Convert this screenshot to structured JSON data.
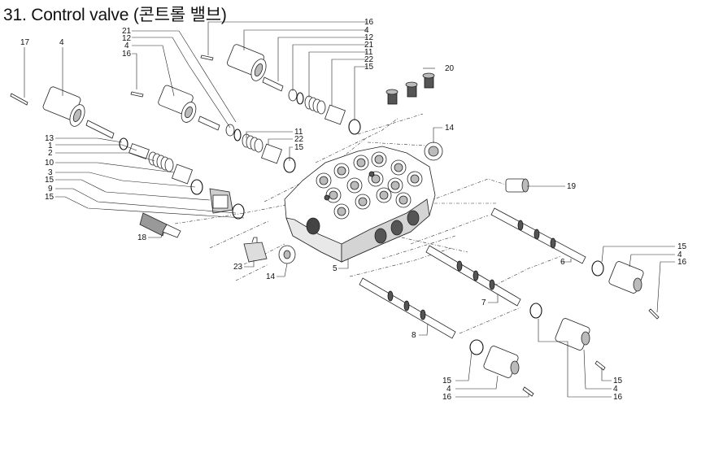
{
  "title": "31. Control valve (콘트롤 밸브)",
  "callouts": [
    {
      "id": "c-17",
      "text": "17"
    },
    {
      "id": "c-4a",
      "text": "4"
    },
    {
      "id": "c-21a",
      "text": "21"
    },
    {
      "id": "c-12a",
      "text": "12"
    },
    {
      "id": "c-4b",
      "text": "4"
    },
    {
      "id": "c-16a",
      "text": "16"
    },
    {
      "id": "c-16b",
      "text": "16"
    },
    {
      "id": "c-4c",
      "text": "4"
    },
    {
      "id": "c-12b",
      "text": "12"
    },
    {
      "id": "c-21b",
      "text": "21"
    },
    {
      "id": "c-11a",
      "text": "11"
    },
    {
      "id": "c-22a",
      "text": "22"
    },
    {
      "id": "c-15a",
      "text": "15"
    },
    {
      "id": "c-20",
      "text": "20"
    },
    {
      "id": "c-13",
      "text": "13"
    },
    {
      "id": "c-1",
      "text": "1"
    },
    {
      "id": "c-2",
      "text": "2"
    },
    {
      "id": "c-10",
      "text": "10"
    },
    {
      "id": "c-3",
      "text": "3"
    },
    {
      "id": "c-15b",
      "text": "15"
    },
    {
      "id": "c-9",
      "text": "9"
    },
    {
      "id": "c-15c",
      "text": "15"
    },
    {
      "id": "c-11b",
      "text": "11"
    },
    {
      "id": "c-22b",
      "text": "22"
    },
    {
      "id": "c-15d",
      "text": "15"
    },
    {
      "id": "c-14a",
      "text": "14"
    },
    {
      "id": "c-19",
      "text": "19"
    },
    {
      "id": "c-18",
      "text": "18"
    },
    {
      "id": "c-23",
      "text": "23"
    },
    {
      "id": "c-14b",
      "text": "14"
    },
    {
      "id": "c-5",
      "text": "5"
    },
    {
      "id": "c-15e",
      "text": "15"
    },
    {
      "id": "c-4d",
      "text": "4"
    },
    {
      "id": "c-16c",
      "text": "16"
    },
    {
      "id": "c-6",
      "text": "6"
    },
    {
      "id": "c-7",
      "text": "7"
    },
    {
      "id": "c-8",
      "text": "8"
    },
    {
      "id": "c-15f",
      "text": "15"
    },
    {
      "id": "c-4e",
      "text": "4"
    },
    {
      "id": "c-16d",
      "text": "16"
    },
    {
      "id": "c-15g",
      "text": "15"
    },
    {
      "id": "c-4f",
      "text": "4"
    },
    {
      "id": "c-16e",
      "text": "16"
    }
  ]
}
